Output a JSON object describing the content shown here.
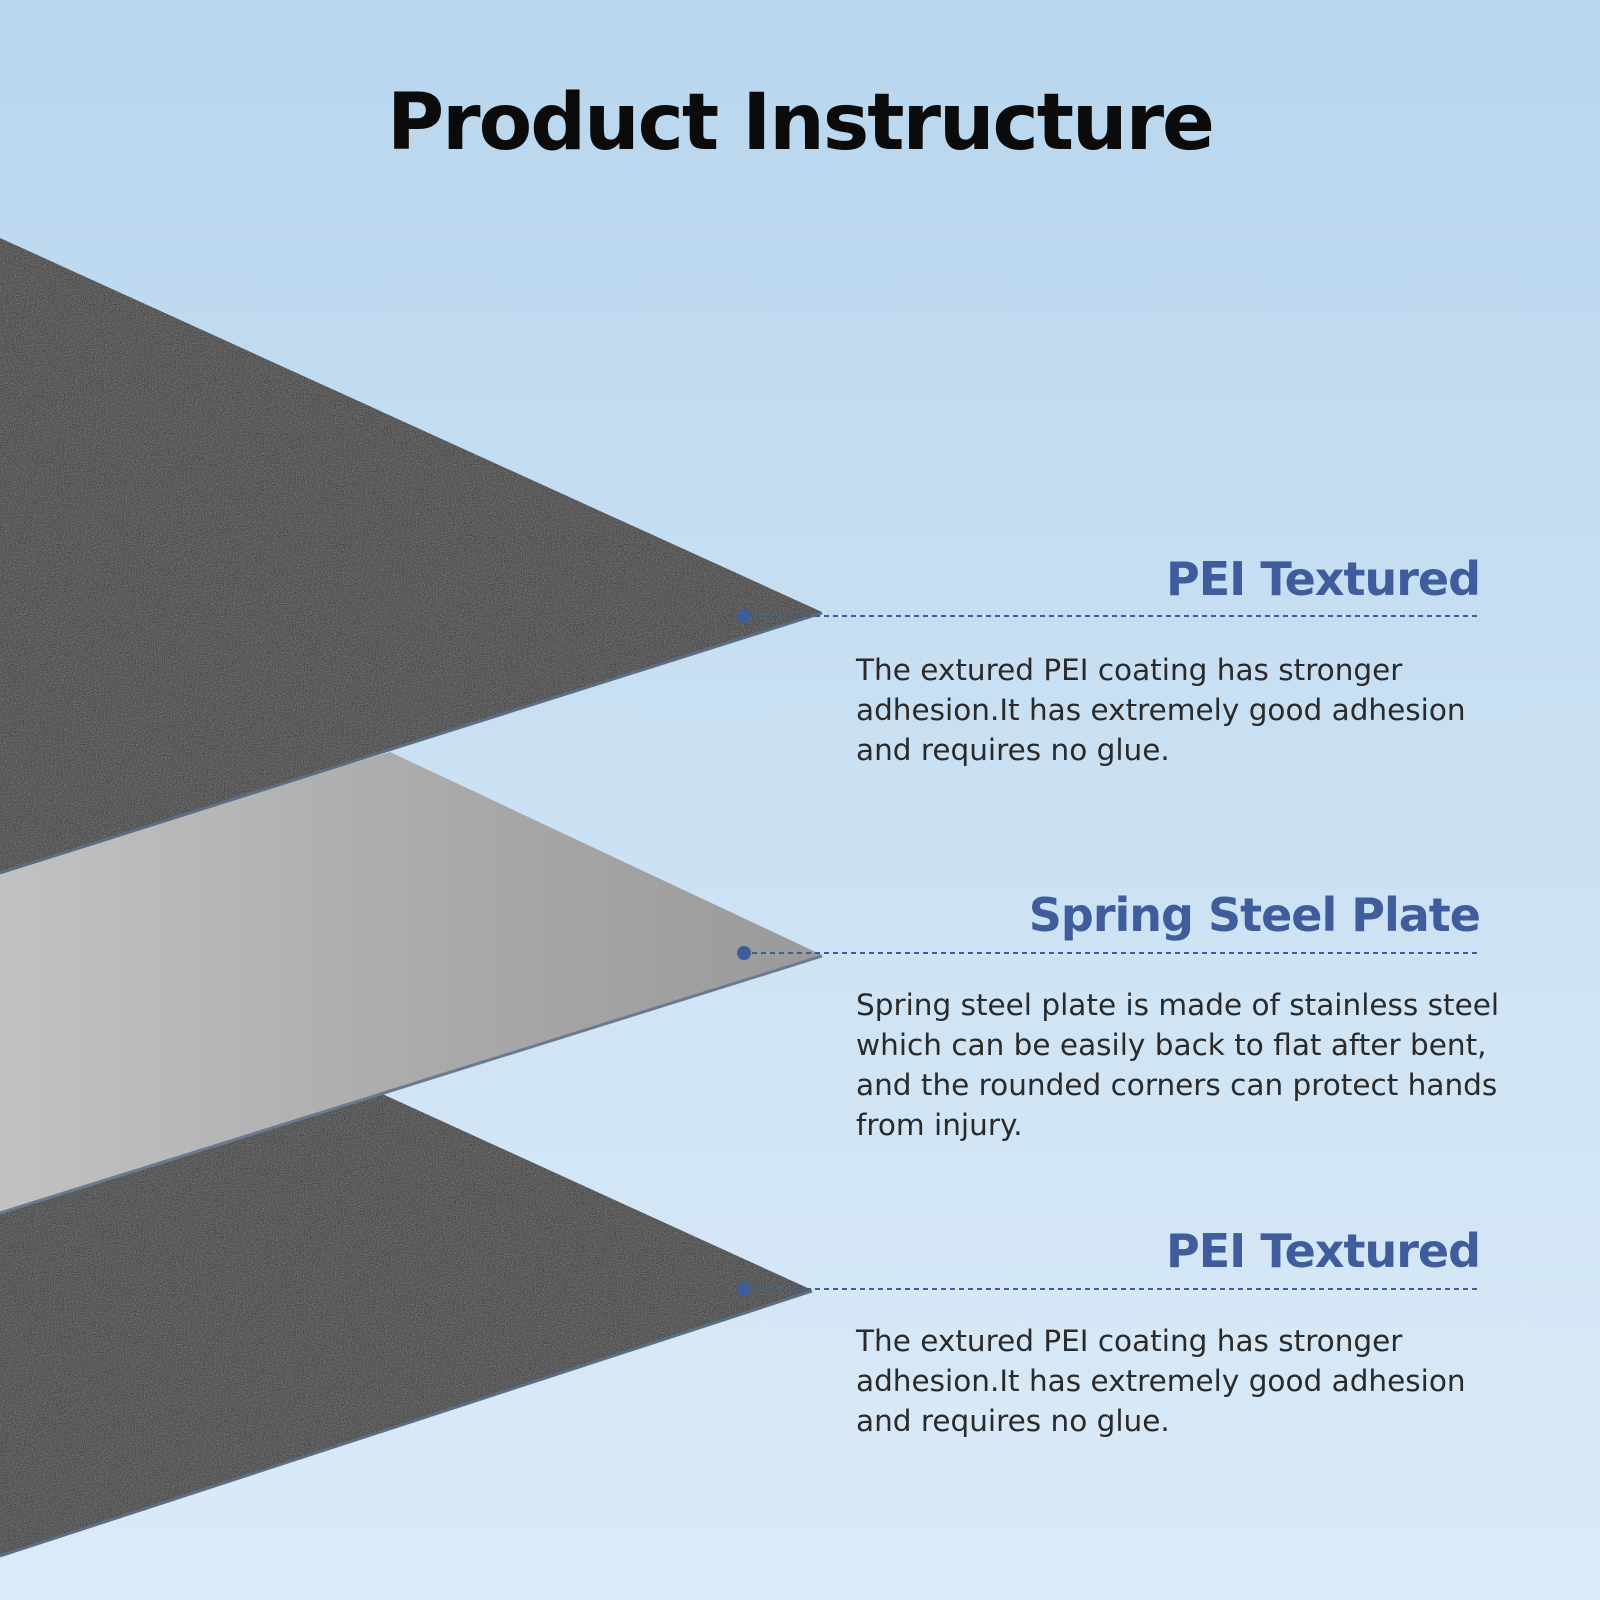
{
  "title": "Product Instructure",
  "colors": {
    "accent": "#3f5c9c",
    "pei_layer": "#2e2e2e",
    "steel_layer": "#a8a8a8",
    "body_text": "#2a2a2a"
  },
  "layers": [
    {
      "name": "PEI Textured",
      "description": "The extured PEI coating has stronger adhesion.It has extremely good adhesion and requires no glue.",
      "material": "pei-textured"
    },
    {
      "name": "Spring Steel Plate",
      "description": "Spring steel plate is made of stainless steel which can be easily back to flat after bent, and the rounded corners can protect hands from injury.",
      "material": "spring-steel"
    },
    {
      "name": "PEI Textured",
      "description": "The extured PEI coating has stronger adhesion.It has extremely good adhesion and requires no glue.",
      "material": "pei-textured"
    }
  ]
}
